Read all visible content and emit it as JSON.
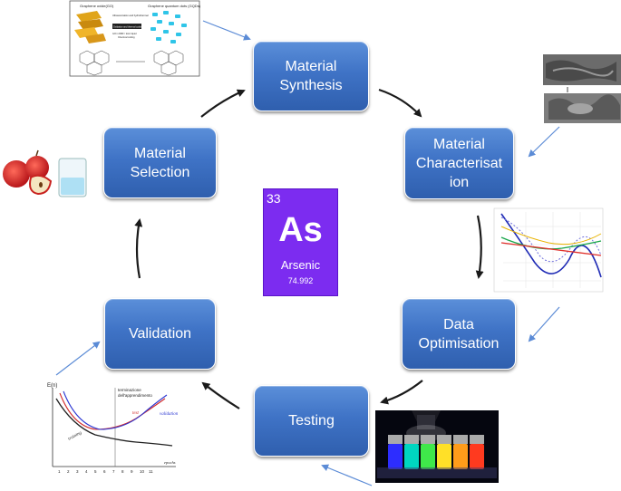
{
  "nodes": {
    "synthesis": "Material\nSynthesis",
    "characterisation": "Material\nCharacterisat\nion",
    "selection": "Material\nSelection",
    "validation": "Validation",
    "optimisation": "Data\nOptimisation",
    "testing": "Testing"
  },
  "element_tile": {
    "number": "33",
    "symbol": "As",
    "name": "Arsenic",
    "mass": "74.992",
    "color": "#7c2cf0"
  },
  "images": {
    "synthesis_figure": {
      "left_title": "Graphene oxide(GO)",
      "right_title": "Graphene quantum dots (GQDs)",
      "process_text_1": "Ultrasonication and hydrothermal",
      "process_text_2": "Oxidation and thermal cutting",
      "process_text_3": "GO in DMF / Ionic liquid",
      "process_text_4": "Chemical cutting"
    },
    "learning_curve": {
      "y_label": "E(n)",
      "annotation": "terminazione\ndell'apprendimento",
      "test_label": "test",
      "validation_label": "validation",
      "training_label": "training",
      "x_label": "epochs",
      "x_ticks": [
        "1",
        "2",
        "3",
        "4",
        "5",
        "6",
        "7",
        "8",
        "9",
        "10",
        "11"
      ]
    }
  },
  "colors": {
    "node_fill": "#3f73c6",
    "arrow_black": "#1a1a1a",
    "arrow_blue": "#5b8bd6"
  }
}
